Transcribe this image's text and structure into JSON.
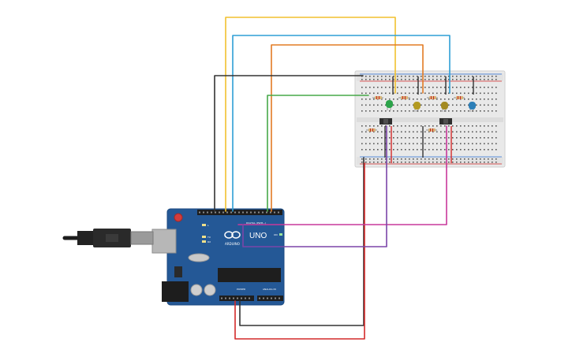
{
  "board": {
    "logo_text": "UNO",
    "brand_text": "ARDUINO",
    "digital_label": "DIGITAL (PWM~)",
    "power_label": "POWER",
    "analog_label": "ANALOG IN",
    "tx_label": "TX",
    "rx_label": "RX",
    "l_label": "L",
    "on_label": "ON"
  },
  "colors": {
    "board": "#245896",
    "yellow": "#f2c12e",
    "blue": "#2e9fd6",
    "orange": "#e27b24",
    "green": "#47a849",
    "black": "#333333",
    "red": "#d42a2a",
    "magenta": "#c8389b",
    "purple": "#7b45a8",
    "led_green": "#2ca34a",
    "led_yellow": "#b39a20",
    "led_olive": "#a38a22",
    "led_blue": "#2c7fb8"
  }
}
